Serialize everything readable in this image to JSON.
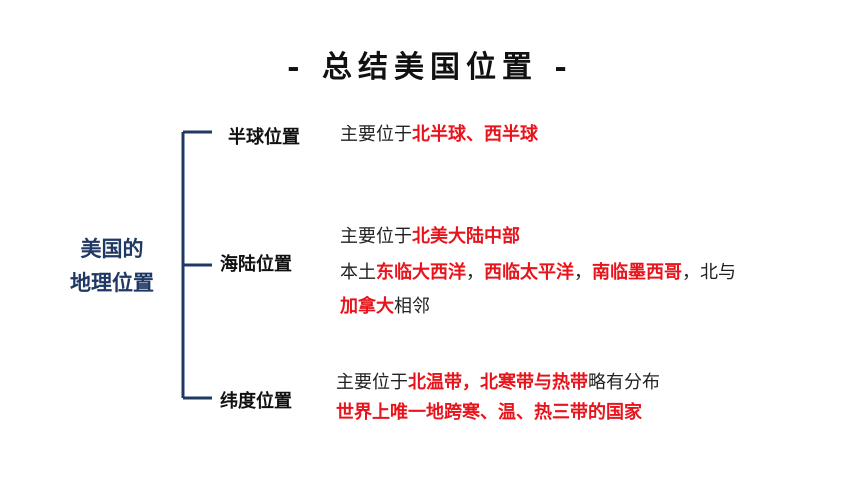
{
  "title": "- 总结美国位置 -",
  "root": {
    "line1": "美国的",
    "line2": "地理位置"
  },
  "colors": {
    "accent": "#e8141b",
    "root": "#1f3864",
    "bracket": "#1f3864"
  },
  "branches": [
    {
      "label": "半球位置",
      "lines": [
        [
          {
            "t": "主要位于",
            "h": false
          },
          {
            "t": "北半球、西半球",
            "h": true
          }
        ]
      ]
    },
    {
      "label": "海陆位置",
      "lines": [
        [
          {
            "t": "主要位于",
            "h": false
          },
          {
            "t": "北美大陆中部",
            "h": true
          }
        ],
        [
          {
            "t": "本土",
            "h": false
          },
          {
            "t": "东临大西洋",
            "h": true
          },
          {
            "t": "，",
            "h": false
          },
          {
            "t": "西临太平洋",
            "h": true
          },
          {
            "t": "，",
            "h": false
          },
          {
            "t": "南临墨西哥",
            "h": true
          },
          {
            "t": "，北与",
            "h": false
          }
        ],
        [
          {
            "t": "加拿大",
            "h": true
          },
          {
            "t": "相邻",
            "h": false
          }
        ]
      ]
    },
    {
      "label": "纬度位置",
      "lines": [
        [
          {
            "t": "主要位于",
            "h": false
          },
          {
            "t": "北温带，北寒带与热带",
            "h": true
          },
          {
            "t": "略有分布",
            "h": false
          }
        ],
        [
          {
            "t": "世界上唯一地跨寒、温、热三带的国家",
            "h": true
          }
        ]
      ]
    }
  ]
}
